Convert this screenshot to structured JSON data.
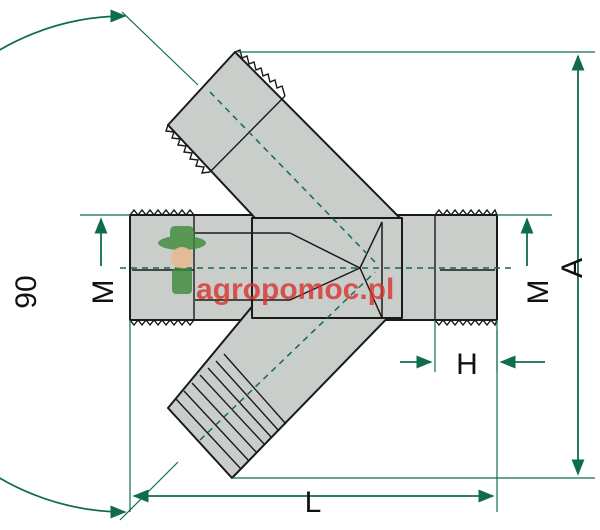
{
  "diagram": {
    "labels": {
      "angle": "90",
      "thread_left": "M",
      "thread_right": "M",
      "height": "A",
      "length": "L",
      "hex_width": "H"
    },
    "watermark": "agropomoc.pl",
    "colors": {
      "body_fill": "#c9cecb",
      "outline": "#1a1a1a",
      "dimension": "#0f6d4d",
      "centerline": "#0f6d4d",
      "watermark_red": "#d9322e"
    }
  }
}
